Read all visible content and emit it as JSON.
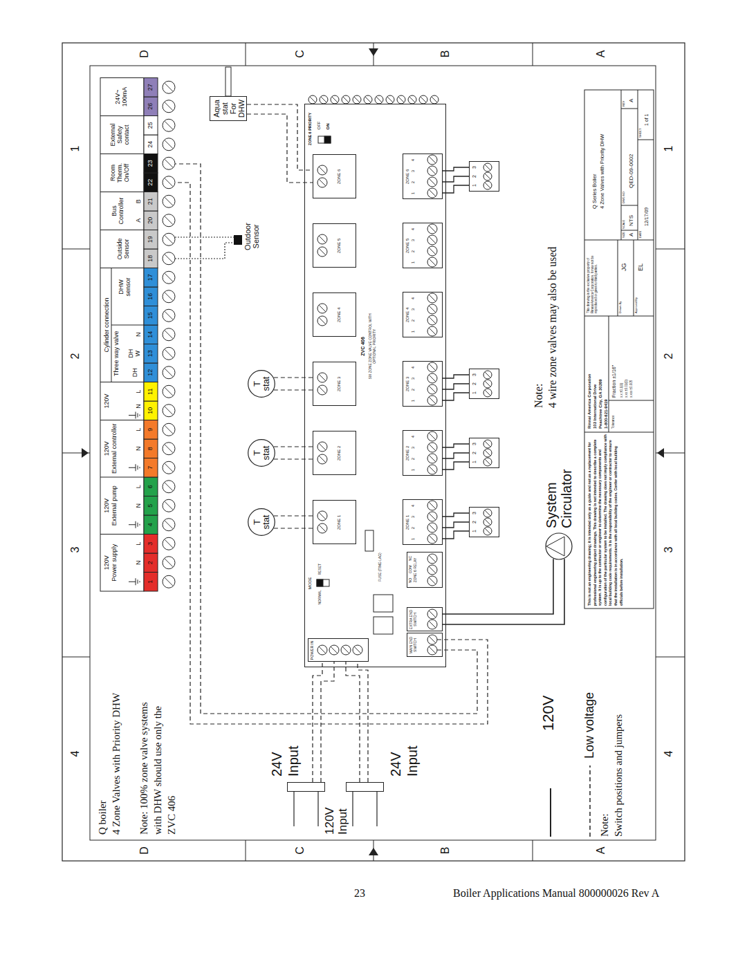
{
  "diagram": {
    "nodes": [
      {
        "text": [
          "Aqua stat For DHW"
        ]
      },
      {
        "text": [
          "T stat"
        ]
      },
      {
        "text": [
          "T stat"
        ]
      },
      {
        "text": [
          "T stat"
        ]
      },
      {
        "text": [
          "ZVC 406",
          "SIX ZONE ZONE VALVE CONTROL WITH OPTIONAL PRIORITY"
        ]
      },
      {
        "text": [
          "ZONE 1"
        ],
        "in": 4
      },
      {
        "text": [
          "ZONE 2"
        ],
        "in": 4
      },
      {
        "text": [
          "ZONE 3"
        ],
        "in": 4
      },
      {
        "text": [
          "ZONE 4"
        ],
        "in": 4
      },
      {
        "text": [
          "ZONE 5"
        ],
        "in": 4
      },
      {
        "text": [
          "ZONE 6"
        ],
        "in": 4
      },
      {
        "text": [
          "ZONE 1",
          "1 2 3 4"
        ],
        "in": 4
      },
      {
        "text": [
          "ZONE 2",
          "1 2 3 4"
        ],
        "in": 4
      },
      {
        "text": [
          "ZONE 3",
          "1 2 3 4"
        ],
        "in": 4
      },
      {
        "text": [
          "ZONE 4",
          "1 2 3 4"
        ],
        "in": 4
      },
      {
        "text": [
          "ZONE 5",
          "1 2 3 4"
        ],
        "in": 4
      },
      {
        "text": [
          "ZONE 6",
          "1 2 3 4"
        ],
        "in": 4
      },
      {
        "text": [
          "POWER IN"
        ],
        "in": 4
      },
      {
        "text": [
          "MODE",
          "NORMAL",
          "RESET"
        ],
        "in": 4
      },
      {
        "text": [
          "ZONE 6 PRIORITY",
          "OFF",
          "ON"
        ],
        "in": 4
      },
      {
        "text": [
          "MAIN END SWITCH"
        ],
        "in": 4
      },
      {
        "text": [
          "EXTRA END SWITCH"
        ],
        "in": 4
      },
      {
        "text": [
          "NO",
          "COM",
          "NC",
          "ZONE 6 RELAY"
        ],
        "in": 4
      },
      {
        "text": [
          "1",
          "2",
          "3"
        ]
      },
      {
        "text": [
          "1",
          "2",
          "3"
        ]
      },
      {
        "text": [
          "1",
          "2",
          "3"
        ]
      },
      {
        "text": [
          "1",
          "2",
          "3"
        ]
      },
      {
        "text": [
          "System Circulator"
        ]
      },
      {
        "text": [
          "Outdoor Sensor"
        ]
      },
      {
        "text": [
          "24V Input"
        ]
      },
      {
        "text": [
          "24V Input"
        ]
      }
    ],
    "edges": [
      {
        "from": 1,
        "to": 5,
        "arrow": "none"
      },
      {
        "from": 2,
        "to": 6,
        "arrow": "none"
      },
      {
        "from": 3,
        "to": 7,
        "arrow": "none"
      },
      {
        "from": 0,
        "to": 10,
        "arrow": "none"
      },
      {
        "from": 11,
        "to": 23,
        "arrow": "none"
      },
      {
        "from": 12,
        "to": 24,
        "arrow": "none"
      },
      {
        "from": 13,
        "to": 25,
        "arrow": "none"
      },
      {
        "from": 16,
        "to": 26,
        "arrow": "none"
      },
      {
        "from": 29,
        "to": 17,
        "arrow": "none"
      },
      {
        "from": 30,
        "to": 17,
        "arrow": "none"
      },
      {
        "from": 21,
        "to": 27,
        "arrow": "none"
      }
    ],
    "labels": [
      "4",
      "3",
      "2",
      "1",
      "4",
      "3",
      "2",
      "1",
      "D",
      "C",
      "B",
      "A",
      "D",
      "C",
      "B",
      "A",
      "Q boiler",
      "4 Zone Valves with Priority DHW",
      "Note: 100% zone valve systems",
      "with DHW should use only the",
      "ZVC 406",
      "120V",
      "Power supply",
      "N",
      "L",
      "120V",
      "External pump",
      "N",
      "L",
      "120V",
      "External controller",
      "N",
      "L",
      "120V",
      "N",
      "L",
      "Cylinder connection",
      "Three way valve",
      "DH",
      "DH W",
      "N",
      "DHW sensor",
      "Outside Sensor",
      "Bus Controller",
      "A",
      "B",
      "Room Therm. On/Off",
      "External Safety contact",
      "24V~ 100mA",
      "1",
      "2",
      "3",
      "4",
      "5",
      "6",
      "7",
      "8",
      "9",
      "10",
      "11",
      "12",
      "13",
      "14",
      "15",
      "16",
      "17",
      "18",
      "19",
      "20",
      "21",
      "22",
      "23",
      "24",
      "25",
      "26",
      "27",
      "120V Input",
      "Note:",
      "4 wire zone valves may also be used",
      "Note:",
      "Switch positions and jumpers",
      "FUSE (TIME-LAG)",
      "This is not an engineering drawing; it is intended only as a guide and not as a replacement for professional engineering project drawings. This drawing is not intended to describe a complete system. It is up to the contractor or engineer to determine the necessary components and configuration of the particular system to be installed. The drawing does not imply compliance with local building code requirements. It is the responsibility of the engineer or contractor to ensure that the installation is in accordance with all local building codes. Confer with local building officials before installation.",
      "Rinnai America Corporation",
      "103 International Drive",
      "Peachtree City, GA 30269",
      "1-800-621-9419",
      "Tolerance",
      "Fraction ±1/16\"",
      "x.x ±0.1(1)",
      "x.xx ±0.01(0)",
      "x.xxx ±0.005",
      "This drawing is the exclusive property of Rinnai America Corporation. It may not be reproduced or given to third parties.",
      "Drawn By",
      "JG",
      "Approved By",
      "EL",
      "Q Series Boiler",
      "4 Zone Valves with Priority DHW",
      "SIZE",
      "A",
      "SCALE",
      "NTS",
      "DWG NO",
      "QED-09-0002",
      "REV",
      "A",
      "DATE",
      "12/17/09",
      "SHEET",
      "1 of 1",
      "23",
      "Boiler Applications Manual 800000026 Rev A"
    ],
    "legend": [
      {
        "text": "120V"
      },
      {
        "text": "Low voltage"
      }
    ]
  }
}
